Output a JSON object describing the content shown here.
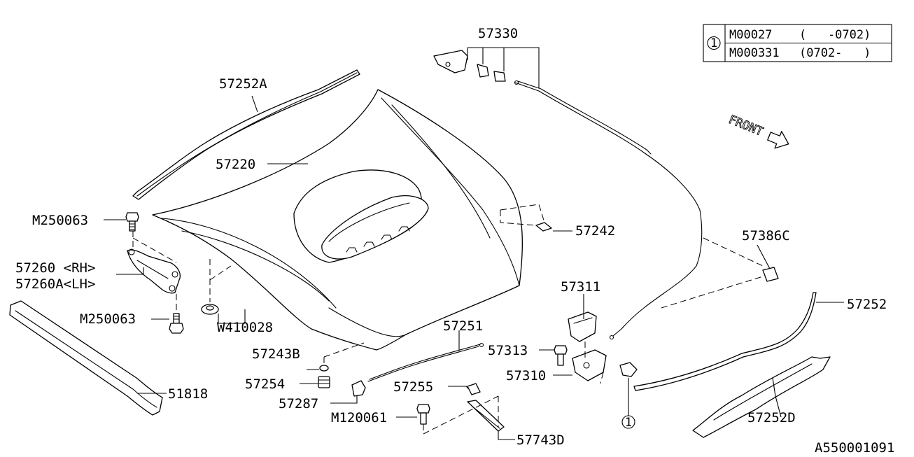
{
  "diagram_id": "A550001091",
  "front_label": "FRONT",
  "ref_table": {
    "ref_symbol": "1",
    "rows": [
      {
        "part": "M00027",
        "range": "(   -0702)"
      },
      {
        "part": "M000331",
        "range": "(0702-   )"
      }
    ]
  },
  "callouts": {
    "p57330": "57330",
    "p57252A": "57252A",
    "p57220": "57220",
    "pM250063_top": "M250063",
    "p57260": "57260 <RH>",
    "p57260A": "57260A<LH>",
    "pM250063_bottom": "M250063",
    "p51818": "51818",
    "pW410028": "W410028",
    "p57242": "57242",
    "p57386C": "57386C",
    "p57252": "57252",
    "p57311": "57311",
    "p57313": "57313",
    "p57310": "57310",
    "p57251": "57251",
    "p57243B": "57243B",
    "p57254": "57254",
    "p57287": "57287",
    "p57255": "57255",
    "pM120061": "M120061",
    "p57743D": "57743D",
    "p57252D": "57252D",
    "ref_cable_end": "1"
  }
}
